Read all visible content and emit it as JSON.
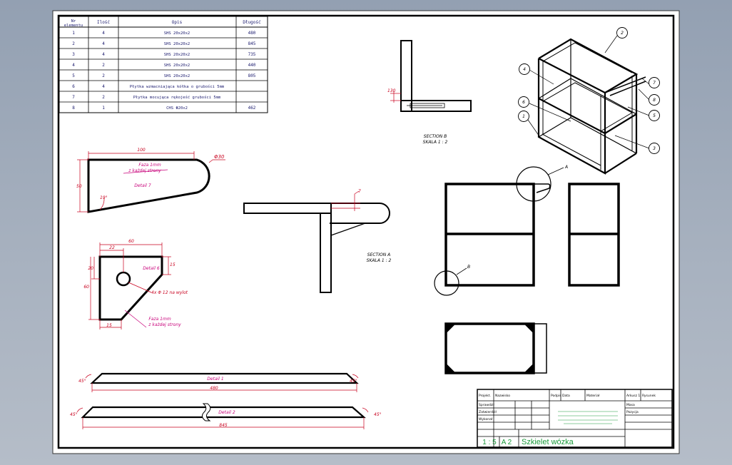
{
  "bom": {
    "headers": [
      "Nr\nelementu",
      "Ilość",
      "Opis",
      "Długość"
    ],
    "rows": [
      [
        "1",
        "4",
        "SHS 20x20x2",
        "480"
      ],
      [
        "2",
        "4",
        "SHS 20x20x2",
        "845"
      ],
      [
        "3",
        "4",
        "SHS 20x20x2",
        "735"
      ],
      [
        "4",
        "2",
        "SHS 20x20x2",
        "440"
      ],
      [
        "5",
        "2",
        "SHS 20x20x2",
        "805"
      ],
      [
        "6",
        "4",
        "Płytka wzmacniająca kółka o grubości 5mm",
        ""
      ],
      [
        "7",
        "2",
        "Płytka mocująca rękojeść grubości 5mm",
        ""
      ],
      [
        "8",
        "1",
        "CHS Φ20x2",
        "462"
      ]
    ]
  },
  "labels": {
    "section_b": "SECTION B",
    "section_b_scale": "SKALA 1 : 2",
    "section_a": "SECTION A",
    "section_a_scale": "SKALA 1 : 2",
    "detail7": "Detail 7",
    "detail6": "Detail 6",
    "detail1": "Detail 1",
    "detail2": "Detail 2",
    "bevel_note_1": "Faza 1mm",
    "bevel_note_2": "z każdej strony",
    "hole_note": "4x Φ 12 na wylot",
    "view_a": "A",
    "view_b": "B"
  },
  "dims": {
    "d100": "100",
    "d50": "50",
    "r30": "Φ30",
    "a19": "19°",
    "d60w": "60",
    "d22": "22",
    "d20": "20",
    "d15a": "15",
    "d60h": "60",
    "d15b": "15",
    "d480": "480",
    "d845": "845",
    "d45a": "45°",
    "d45b": "45°",
    "d45c": "45°",
    "d45d": "45°",
    "d130": "130",
    "d7": "7"
  },
  "balloons": [
    "2",
    "4",
    "6",
    "1",
    "7",
    "8",
    "5",
    "3"
  ],
  "title_block": {
    "scale": "1 : 5",
    "format": "A 2",
    "title": "Szkielet wózka",
    "cells": [
      "Projekt.",
      "Nazwisko",
      "Podpis",
      "Data",
      "Materiał",
      "Arkusz 1",
      "Rysunek",
      "Sprawdził",
      "Zatwierdził",
      "Wykonał",
      "Masa",
      "Pozycja"
    ]
  },
  "colors": {
    "line": "#000000",
    "dim": "#c8001e",
    "note": "#c8007a",
    "table_text": "#1a1a6e",
    "title_green": "#1a9a3a"
  }
}
